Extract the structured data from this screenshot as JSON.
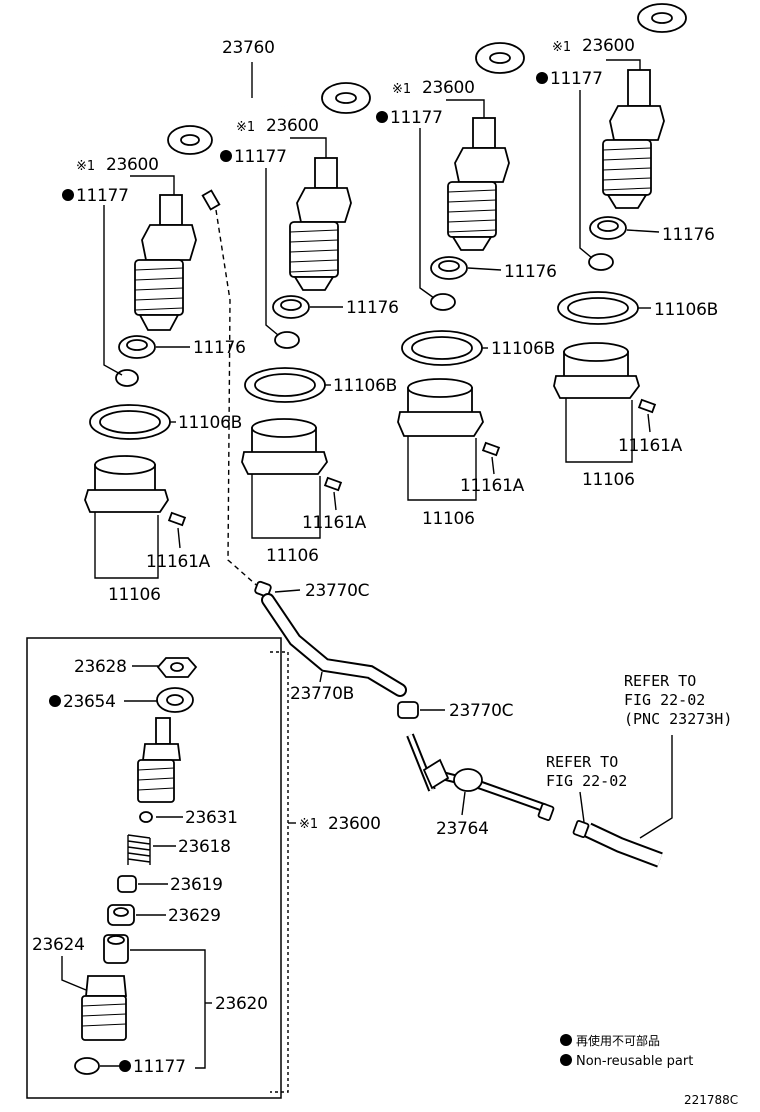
{
  "labels": {
    "pipe_main": "23760",
    "inj_1": "23600",
    "inj_2": "23600",
    "inj_3": "23600",
    "inj_4": "23600",
    "mark_1": "※1",
    "mark_2": "※1",
    "mark_3": "※1",
    "mark_4": "※1",
    "gasket_1": "11177",
    "gasket_2": "11177",
    "gasket_3": "11177",
    "gasket_4": "11177",
    "washer_1": "11176",
    "washer_2": "11176",
    "washer_3": "11176",
    "washer_4": "11176",
    "seal_1": "11106B",
    "seal_2": "11106B",
    "seal_3": "11106B",
    "seal_4": "11106B",
    "holder_1": "11106",
    "holder_2": "11106",
    "holder_3": "11106",
    "holder_4": "11106",
    "pin_1": "11161A",
    "pin_2": "11161A",
    "pin_3": "11161A",
    "pin_4": "11161A",
    "clamp_1": "23770C",
    "clamp_2": "23770C",
    "hose": "23770B",
    "union": "23764",
    "refer_a_1": "REFER TO",
    "refer_a_2": "FIG 22-02",
    "refer_a_3": "(PNC 23273H)",
    "refer_b_1": "REFER TO",
    "refer_b_2": "FIG 22-02",
    "box_nut": "23628",
    "box_gasket": "23654",
    "box_ball": "23631",
    "box_spring": "23618",
    "box_seat": "23619",
    "box_spacer": "23629",
    "box_body": "23624",
    "box_nozzle": "23620",
    "box_washer": "11177",
    "box_assembly": "23600",
    "box_mark": "※1",
    "legend_jp": "再使用不可部品",
    "legend_en": "Non-reusable part",
    "figure_code": "221788C"
  }
}
